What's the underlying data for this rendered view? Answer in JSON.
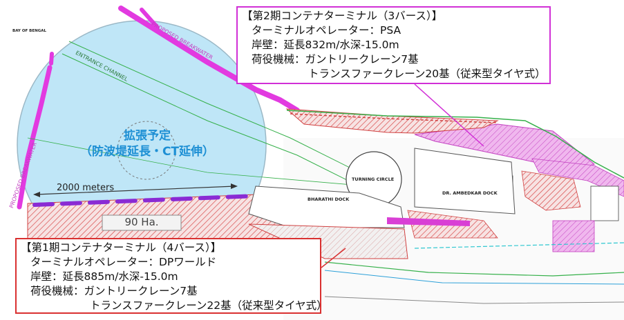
{
  "callout_phase2": {
    "title": "【第2期コンテナターミナル（3バース）】",
    "operator": "ターミナルオペレーター：PSA",
    "quay": "岸壁：延長832m/水深-15.0m",
    "equipment": "荷役機械：ガントリークレーン7基",
    "equipment_2": "トランスファークレーン20基（従来型タイヤ式）"
  },
  "callout_phase1": {
    "title": "【第1期コンテナターミナル（4バース）】",
    "operator": "ターミナルオペレーター：DPワールド",
    "quay": "岸壁：延長885m/水深-15.0m",
    "equipment": "荷役機械：ガントリークレーン7基",
    "equipment_2": "トランスファークレーン22基（従来型タイヤ式）"
  },
  "expansion": {
    "title": "拡張予定",
    "detail": "（防波堤延長・CT延伸）",
    "distance": "2000 meters",
    "area": "90 Ha."
  },
  "map_labels": {
    "breakwater_n": "PROPOSED BREAKWATER",
    "breakwater_w": "PROPOSED BREAKWATER",
    "entrance_channel": "ENTRANCE CHANNEL",
    "turning_circle": "TURNING CIRCLE",
    "bharathi_dock": "BHARATHI DOCK",
    "ambedkar_dock": "DR. AMBEDKAR DOCK",
    "bay_of_bengal": "BAY OF BENGAL"
  },
  "colors": {
    "phase2_border": "#d12fd6",
    "phase1_border": "#d93030",
    "expansion_text": "#1d8fd4",
    "circle_fill": "#bfe6f7",
    "breakwater": "#e23ae0"
  }
}
